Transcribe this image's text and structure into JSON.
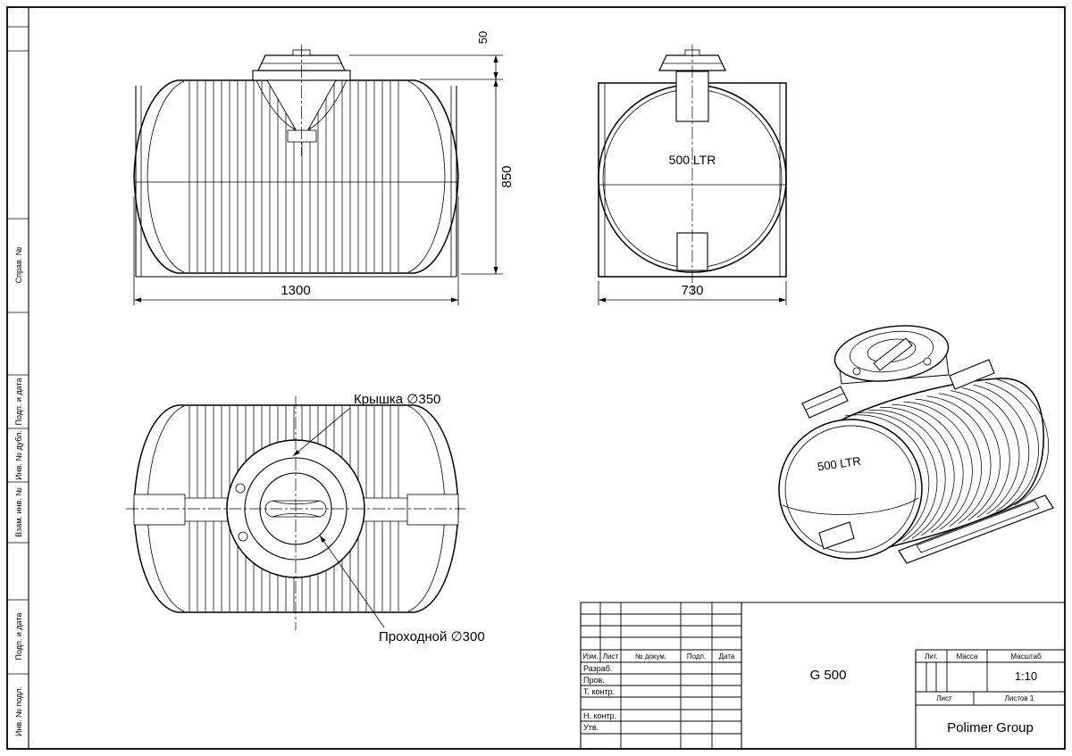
{
  "frame": {
    "margin_labels": [
      "Справ. №",
      "Подп. и дата",
      "Инв. № дубл.",
      "Взам. инв. №",
      "Подп. и дата",
      "Инв. № подл."
    ]
  },
  "front_view": {
    "dim_lid": "50",
    "dim_height": "850",
    "dim_width": "1300"
  },
  "side_view": {
    "volume": "500 LTR",
    "dim_width": "730"
  },
  "top_view": {
    "lid_note": "Крышка ∅350",
    "pass_note": "Проходной ∅300"
  },
  "iso_view": {
    "volume": "500 LTR"
  },
  "title_block": {
    "cols": [
      "Изм.",
      "Лист",
      "№ докум.",
      "Подп.",
      "Дата"
    ],
    "rows": [
      "Разраб.",
      "Пров.",
      "Т. контр.",
      "Н. контр.",
      "Утв."
    ],
    "doc_name": "G 500",
    "lit": "Лит.",
    "mass": "Масса",
    "scale": "Масштаб",
    "scale_value": "1:10",
    "sheet": "Лист",
    "sheets": "Листов 1",
    "company": "Polimer Group"
  }
}
